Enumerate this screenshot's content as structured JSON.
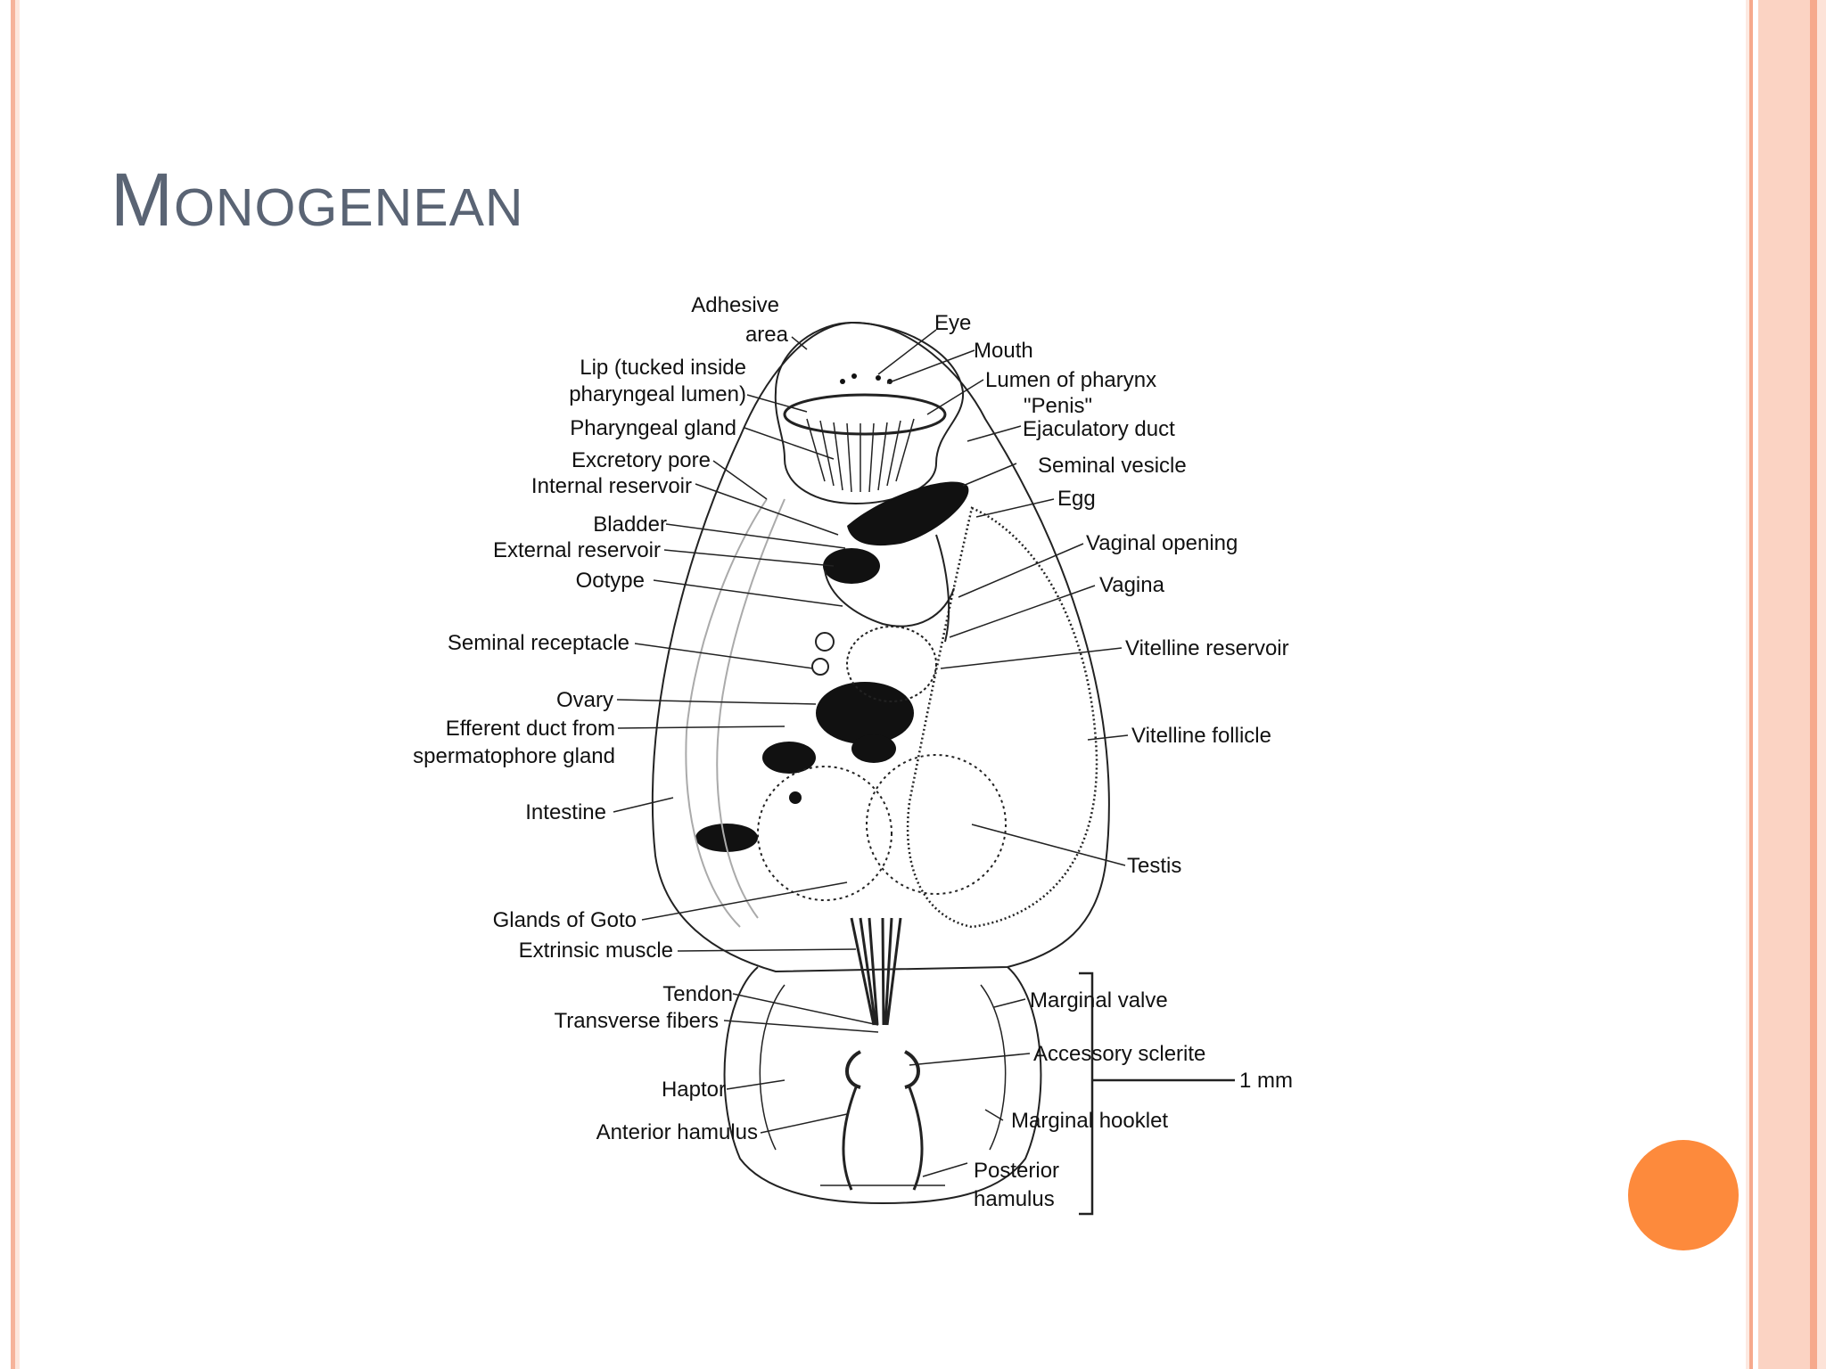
{
  "slide": {
    "title": "Monogenean",
    "accent_color": "#fd8a3c",
    "border_color": "#f6a98c",
    "title_color": "#5a6474"
  },
  "diagram": {
    "labels": {
      "adhesive_area_1": "Adhesive",
      "adhesive_area_2": "area",
      "eye": "Eye",
      "mouth": "Mouth",
      "lip_1": "Lip (tucked inside",
      "lip_2": "pharyngeal lumen)",
      "lumen_of_pharynx": "Lumen of pharynx",
      "penis": "\"Penis\"",
      "pharyngeal_gland": "Pharyngeal gland",
      "ejaculatory_duct": "Ejaculatory duct",
      "excretory_pore": "Excretory pore",
      "seminal_vesicle": "Seminal vesicle",
      "internal_reservoir": "Internal reservoir",
      "egg": "Egg",
      "bladder": "Bladder",
      "vaginal_opening": "Vaginal opening",
      "external_reservoir": "External reservoir",
      "ootype": "Ootype",
      "vagina": "Vagina",
      "seminal_receptacle": "Seminal receptacle",
      "vitelline_reservoir": "Vitelline reservoir",
      "ovary": "Ovary",
      "efferent_duct_1": "Efferent duct from",
      "efferent_duct_2": "spermatophore gland",
      "vitelline_follicle": "Vitelline follicle",
      "intestine": "Intestine",
      "testis": "Testis",
      "glands_of_goto": "Glands of Goto",
      "extrinsic_muscle": "Extrinsic muscle",
      "tendon": "Tendon",
      "marginal_valve": "Marginal valve",
      "transverse_fibers": "Transverse fibers",
      "accessory_sclerite": "Accessory sclerite",
      "scale_bar": "1 mm",
      "haptor": "Haptor",
      "marginal_hooklet": "Marginal hooklet",
      "anterior_hamulus": "Anterior hamulus",
      "posterior_hamulus_1": "Posterior",
      "posterior_hamulus_2": "hamulus"
    }
  }
}
